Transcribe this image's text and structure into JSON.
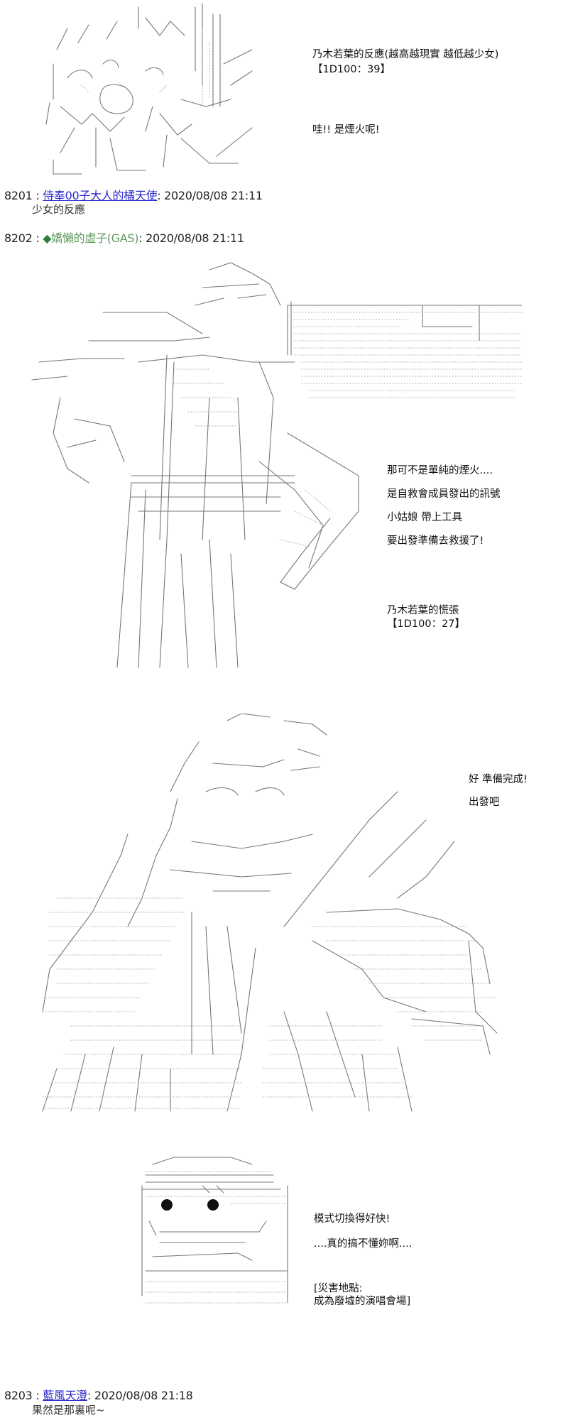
{
  "post_art_1": {
    "lines": [
      "乃木若葉的反應(越高越現實 越低越少女)",
      "【1D100：39】",
      "哇!! 是煙火呢!"
    ]
  },
  "posts": [
    {
      "number": "8201",
      "sep": " : ",
      "author": "侍奉00子大人的橘天使",
      "author_style": "link",
      "timestamp": ": 2020/08/08 21:11",
      "body": "少女的反應"
    },
    {
      "number": "8202",
      "sep": " : ",
      "icon": "◆",
      "author": "嬌懶的虛子(GAS)",
      "author_style": "green",
      "timestamp": ": 2020/08/08 21:11"
    },
    {
      "number": "8203",
      "sep": " : ",
      "author": "藍風天澄",
      "author_style": "link",
      "timestamp": ": 2020/08/08 21:18",
      "body": "果然是那裏呢~"
    }
  ],
  "post_8202": {
    "dialogue_1": [
      "那可不是單純的煙火....",
      "是自救會成員發出的訊號",
      "小姑娘 帶上工具",
      "要出發準備去救援了!"
    ],
    "roll": [
      "乃木若葉的慌張",
      "【1D100：27】"
    ],
    "dialogue_2": [
      "好 準備完成!",
      "出發吧"
    ],
    "dialogue_3": [
      "模式切換得好快!",
      "....真的搞不懂妳啊...."
    ],
    "location": [
      "[災害地點:",
      "成為廢墟的演唱會場]"
    ]
  },
  "colors": {
    "link": "#2a2acc",
    "green_name": "#5e9a5e",
    "diamond": "#2f7d3a"
  }
}
